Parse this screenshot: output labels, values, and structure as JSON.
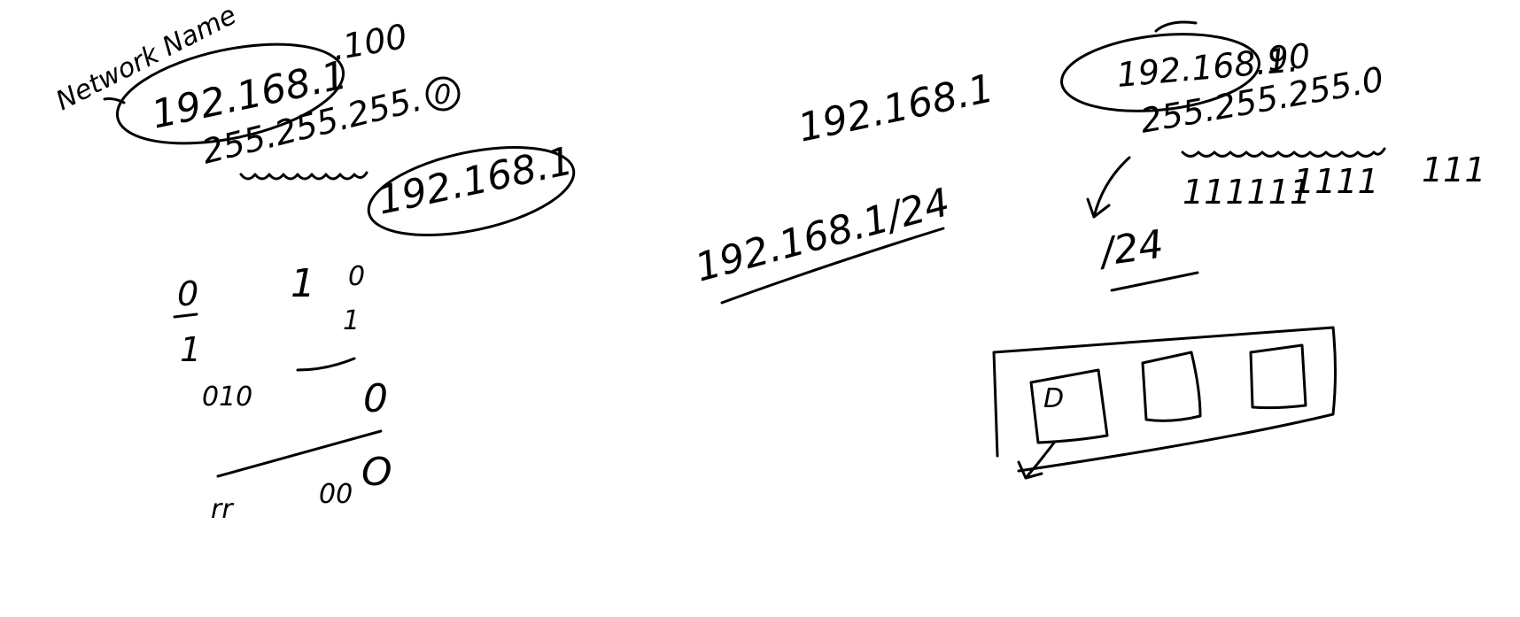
{
  "canvas": {
    "background": "#ffffff",
    "ink_color": "#000000"
  },
  "notes": {
    "network_name": "Network Name",
    "ip_main": "192.168.1",
    "ip_host_suffix": ".100",
    "subnet_mask": "255.255.255.",
    "subnet_circled_octet": "0",
    "network_id_circled": "192.168.1",
    "binary_row1_a": "0",
    "binary_row1_b": "1",
    "binary_row1_c": "0",
    "binary_row2_a": "1",
    "binary_row2_c": "1",
    "binary_row3": "010",
    "binary_row3_result": "0",
    "bottom_row_left": "rr",
    "bottom_row_mid": "00",
    "bottom_row_right": "O",
    "center_ip": "192.168.1",
    "center_cidr": "192.168.1/24",
    "right_ip_circled": "192.168.1.",
    "right_ip_host": "90",
    "right_mask": "255.255.255.0",
    "right_tally_1": "111111",
    "right_tally_2": "1111",
    "right_tally_3": "111",
    "right_prefix": "/24",
    "box_label": "D"
  }
}
